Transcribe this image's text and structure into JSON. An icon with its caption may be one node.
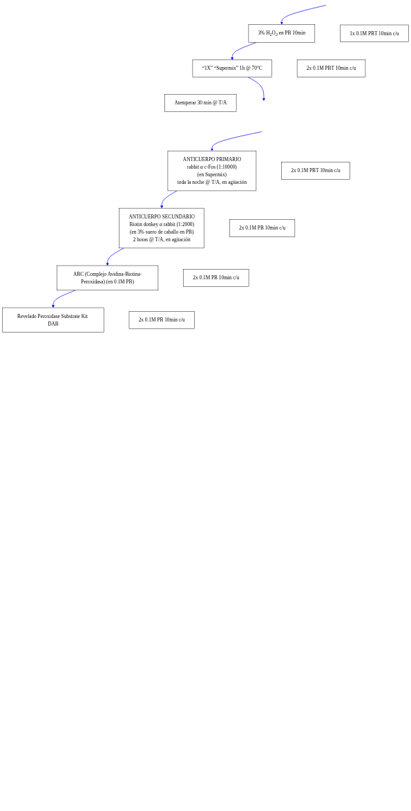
{
  "diagram": {
    "nodes": [
      {
        "text": [
          "1x 0.1M PBT 10min c/u"
        ]
      },
      {
        "text": [
          "3% H$_{2}$O$_{2}$ en PB 10min"
        ]
      },
      {
        "text": [
          "2x 0.1M PBT 10min c/u"
        ]
      },
      {
        "text": [
          "“1X” “Supermix” 1h @ 70°C"
        ]
      },
      {
        "text": [
          "Atemperar 30 min @ T/A"
        ]
      },
      {
        "text": [
          "2x 0.1M PBT 10min c/u"
        ]
      },
      {
        "text": [
          "ANTICUERPO PRIMARIO",
          "rabbit α c-Fos (1:10000)",
          "(en Supermix)",
          "toda la noche @ T/A, en agitación"
        ]
      },
      {
        "text": [
          "2x 0.1M PB 10min c/u"
        ]
      },
      {
        "text": [
          "ANTICUERPO SECUNDARIO",
          "Biotin donkey α rabbit (1:2000)",
          "(en 3% suero de caballo en PB)",
          "2 horas @ T/A, en agitación"
        ]
      },
      {
        "text": [
          "2x 0.1M PB 10min c/u"
        ]
      },
      {
        "text": [
          "ABC (Complejo Avidina-Biotina-Peroxidasa) (en 0.1M PB)"
        ]
      },
      {
        "text": [
          "2x 0.1M PB 10min c/u"
        ]
      },
      {
        "text": [
          "Revelado Peroxidase Substrate Kit DAB"
        ]
      }
    ],
    "edges": [
      {
        "from": null,
        "to": 1,
        "arrow": "to"
      },
      {
        "from": 1,
        "to": 3,
        "arrow": "to"
      },
      {
        "from": 3,
        "to": null,
        "arrow": "to"
      },
      {
        "from": null,
        "to": 6,
        "arrow": "to"
      },
      {
        "from": 6,
        "to": 8,
        "arrow": "to"
      },
      {
        "from": 8,
        "to": 10,
        "arrow": "to"
      },
      {
        "from": 10,
        "to": 12,
        "arrow": "to"
      }
    ]
  }
}
